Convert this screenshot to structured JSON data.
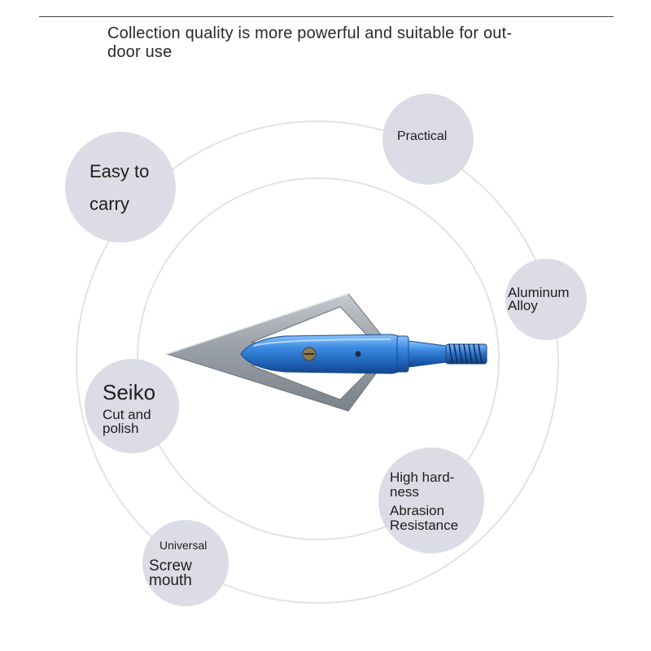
{
  "headline": "Collection quality is more powerful and suitable for out-door use",
  "headline_lines": [
    "Collection quality is more powerful and suitable for out-",
    "door use"
  ],
  "features": {
    "easy_to_carry": [
      "Easy to",
      "carry"
    ],
    "practical": [
      "Practical"
    ],
    "aluminum_alloy": [
      "Aluminum",
      "Alloy"
    ],
    "seiko": [
      "Seiko",
      "Cut and",
      "polish"
    ],
    "high_hardness": [
      "High hard-",
      "ness",
      "Abrasion",
      "Resistance"
    ],
    "universal_screw": [
      "Universal",
      "Screw",
      "mouth"
    ]
  },
  "colors": {
    "bubble": "#dcdce6",
    "ring": "#e2e2e7",
    "ferrule_blue": "#2f7fd6",
    "blade_steel": "#9ea4ab"
  },
  "icons": {
    "product": "broadhead-arrowhead"
  }
}
